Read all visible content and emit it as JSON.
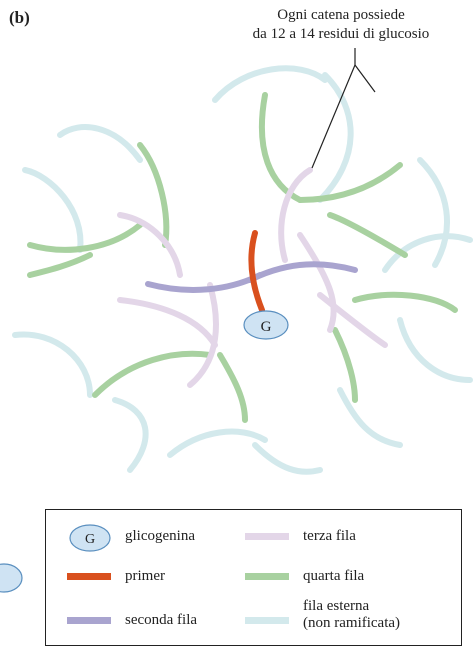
{
  "panel_label": "(b)",
  "callout": {
    "line1": "Ogni catena possiede",
    "line2": "da 12 a 14 residui di glucosio"
  },
  "center_node": {
    "label": "G"
  },
  "legend": {
    "glycogenin": {
      "symbol": "G",
      "label": "glicogenina"
    },
    "primer": {
      "label": "primer",
      "color": "#d9501e"
    },
    "second_tier": {
      "label": "seconda fila",
      "color": "#a9a4cf"
    },
    "third_tier": {
      "label": "terza fila",
      "color": "#e3d6e8"
    },
    "fourth_tier": {
      "label": "quarta fila",
      "color": "#a8d1a0"
    },
    "outer_tier": {
      "label_line1": "fila esterna",
      "label_line2": "(non ramificata)",
      "color": "#d3e9ec"
    }
  },
  "colors": {
    "node_fill": "#cfe3f3",
    "node_stroke": "#5a8fbf",
    "text": "#222222"
  }
}
